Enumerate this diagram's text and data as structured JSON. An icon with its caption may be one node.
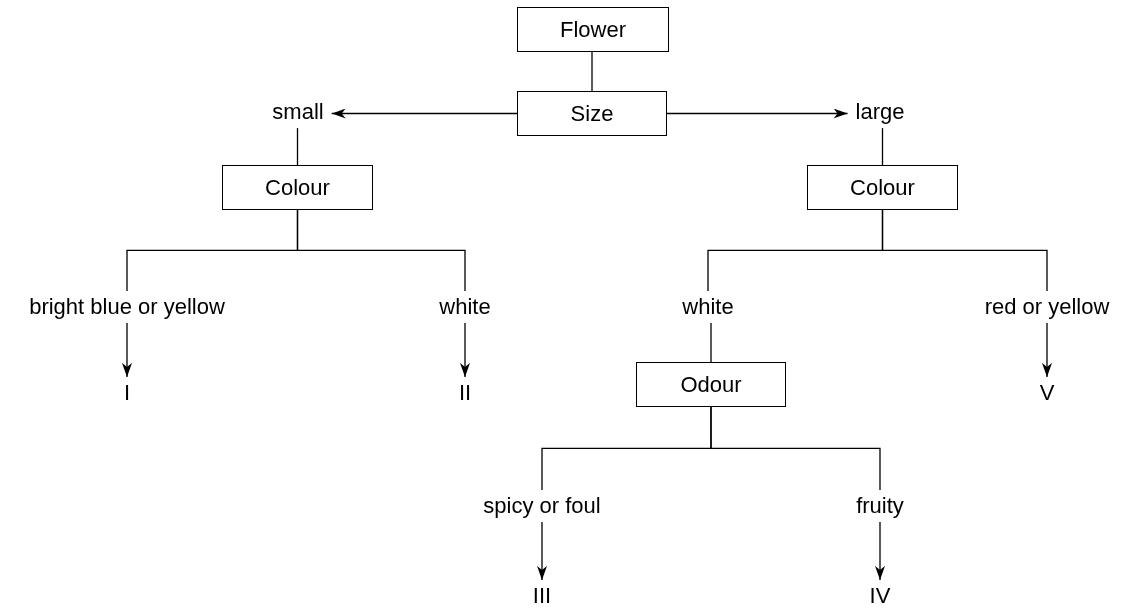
{
  "diagram": {
    "nodes": [
      {
        "text": [
          "Flower"
        ]
      },
      {
        "text": [
          "Size"
        ]
      },
      {
        "text": [
          "small"
        ]
      },
      {
        "text": [
          "large"
        ]
      },
      {
        "text": [
          "Colour"
        ]
      },
      {
        "text": [
          "Colour"
        ]
      },
      {
        "text": [
          "bright blue or yellow"
        ]
      },
      {
        "text": [
          "white"
        ]
      },
      {
        "text": [
          "white"
        ]
      },
      {
        "text": [
          "red or yellow"
        ]
      },
      {
        "text": [
          "I"
        ]
      },
      {
        "text": [
          "II"
        ]
      },
      {
        "text": [
          "Odour"
        ]
      },
      {
        "text": [
          "V"
        ]
      },
      {
        "text": [
          "spicy or foul"
        ]
      },
      {
        "text": [
          "fruity"
        ]
      },
      {
        "text": [
          "III"
        ]
      },
      {
        "text": [
          "IV"
        ]
      }
    ],
    "edges": [
      {
        "from": 0,
        "to": 1,
        "arrow": "none"
      },
      {
        "from": 1,
        "to": 2,
        "arrow": "to"
      },
      {
        "from": 1,
        "to": 3,
        "arrow": "to"
      },
      {
        "from": 2,
        "to": 4,
        "arrow": "none"
      },
      {
        "from": 3,
        "to": 5,
        "arrow": "none"
      },
      {
        "from": 4,
        "to": 6,
        "arrow": "none"
      },
      {
        "from": 4,
        "to": 7,
        "arrow": "none"
      },
      {
        "from": 5,
        "to": 8,
        "arrow": "none"
      },
      {
        "from": 5,
        "to": 9,
        "arrow": "none"
      },
      {
        "from": 6,
        "to": 10,
        "arrow": "to"
      },
      {
        "from": 7,
        "to": 11,
        "arrow": "to"
      },
      {
        "from": 8,
        "to": 12,
        "arrow": "none"
      },
      {
        "from": 9,
        "to": 13,
        "arrow": "to"
      },
      {
        "from": 12,
        "to": 14,
        "arrow": "none"
      },
      {
        "from": 12,
        "to": 15,
        "arrow": "none"
      },
      {
        "from": 14,
        "to": 16,
        "arrow": "to"
      },
      {
        "from": 15,
        "to": 17,
        "arrow": "to"
      }
    ]
  }
}
